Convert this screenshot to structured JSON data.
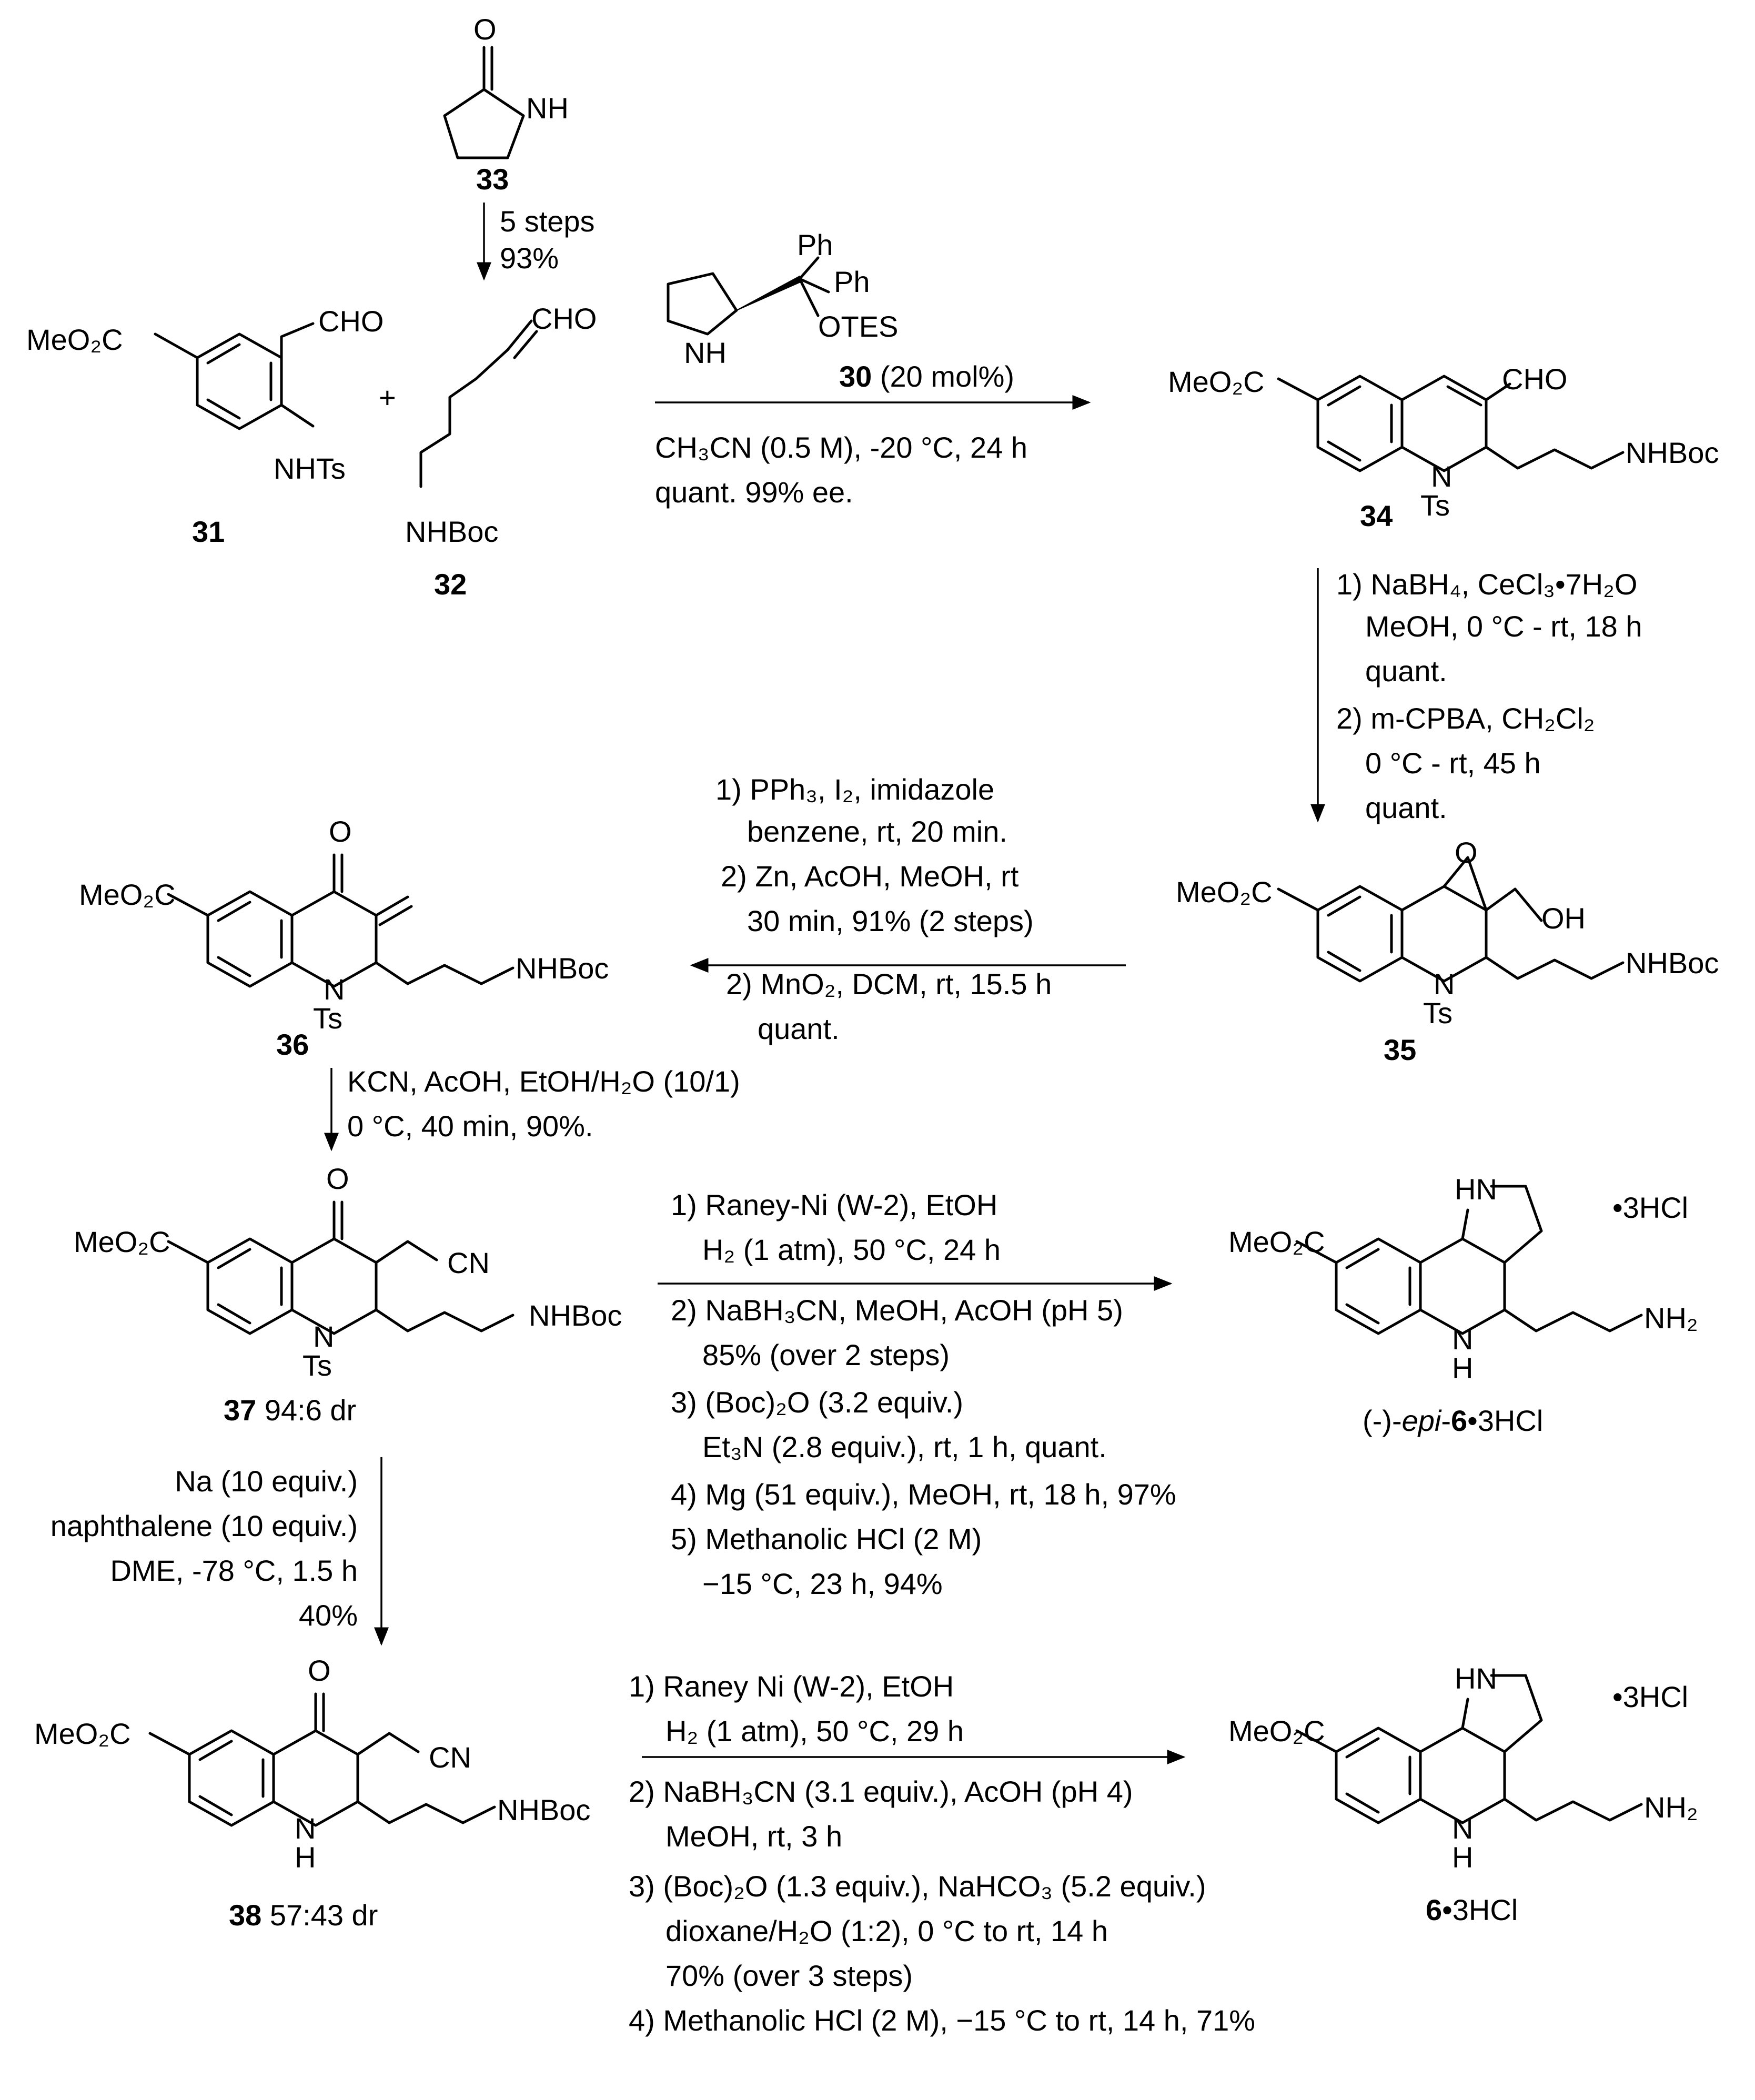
{
  "compounds": {
    "c33": {
      "number": "33",
      "labels": [
        "O",
        "NH"
      ]
    },
    "c31": {
      "number": "31",
      "labels": [
        "MeO₂C",
        "CHO",
        "NHTs"
      ]
    },
    "c32": {
      "number": "32",
      "labels": [
        "CHO",
        "NHBoc"
      ]
    },
    "c30": {
      "number": "30",
      "suffix": " (20 mol%)",
      "labels": [
        "Ph",
        "Ph",
        "OTES",
        "NH"
      ]
    },
    "c34": {
      "number": "34",
      "labels": [
        "MeO₂C",
        "CHO",
        "NHBoc",
        "N",
        "Ts"
      ]
    },
    "c35": {
      "number": "35",
      "labels": [
        "MeO₂C",
        "O",
        "OH",
        "NHBoc",
        "N",
        "Ts"
      ]
    },
    "c36": {
      "number": "36",
      "labels": [
        "O",
        "MeO₂C",
        "NHBoc",
        "N",
        "Ts"
      ]
    },
    "c37": {
      "number": "37",
      "suffix": " 94:6 dr",
      "labels": [
        "O",
        "MeO₂C",
        "CN",
        "NHBoc",
        "N",
        "Ts"
      ]
    },
    "c38": {
      "number": "38",
      "suffix": " 57:43 dr",
      "labels": [
        "O",
        "MeO₂C",
        "CN",
        "NHBoc",
        "N",
        "H"
      ]
    },
    "epi6": {
      "prefix": "(-)-",
      "italic": "epi",
      "dash": "-",
      "number": "6",
      "suffix": "•3HCl",
      "labels": [
        "HN",
        "MeO₂C",
        "•3HCl",
        "N",
        "H",
        "NH₂"
      ]
    },
    "c6": {
      "number": "6",
      "suffix": "•3HCl",
      "labels": [
        "HN",
        "MeO₂C",
        "•3HCl",
        "N",
        "H",
        "NH₂"
      ]
    }
  },
  "plus": "+",
  "steps": {
    "s33": [
      "5 steps",
      "93%"
    ],
    "s1": [
      "CH₃CN (0.5 M), -20 °C, 24 h",
      "quant. 99% ee."
    ],
    "s2": [
      "1) NaBH₄, CeCl₃•7H₂O",
      "MeOH, 0 °C - rt, 18 h",
      "quant.",
      "2) m-CPBA, CH₂Cl₂",
      "0 °C - rt, 45 h",
      "quant."
    ],
    "s3": [
      "1) PPh₃, I₂, imidazole",
      "benzene, rt, 20 min.",
      "2) Zn, AcOH, MeOH, rt",
      "30 min, 91% (2 steps)",
      "2) MnO₂, DCM, rt, 15.5 h",
      "quant."
    ],
    "s4": [
      "KCN, AcOH, EtOH/H₂O (10/1)",
      "0 °C, 40 min, 90%."
    ],
    "s5": [
      "1) Raney-Ni (W-2), EtOH",
      "H₂ (1 atm), 50 °C, 24 h",
      "2) NaBH₃CN, MeOH, AcOH (pH 5)",
      "85% (over 2 steps)",
      "3) (Boc)₂O (3.2 equiv.)",
      "Et₃N (2.8 equiv.), rt, 1 h, quant.",
      "4) Mg (51 equiv.), MeOH, rt, 18 h, 97%",
      "5) Methanolic HCl (2 M)",
      "−15 °C, 23 h, 94%"
    ],
    "s6": [
      "Na (10 equiv.)",
      "naphthalene (10 equiv.)",
      "DME, -78 °C, 1.5 h",
      "40%"
    ],
    "s7": [
      "1) Raney Ni (W-2), EtOH",
      "H₂ (1 atm), 50 °C, 29 h",
      "2) NaBH₃CN (3.1 equiv.), AcOH (pH 4)",
      "MeOH, rt, 3 h",
      "3) (Boc)₂O (1.3 equiv.), NaHCO₃ (5.2 equiv.)",
      "dioxane/H₂O (1:2), 0 °C to rt, 14 h",
      "70% (over 3 steps)",
      "4) Methanolic HCl (2 M), −15 °C to rt, 14 h, 71%"
    ]
  }
}
